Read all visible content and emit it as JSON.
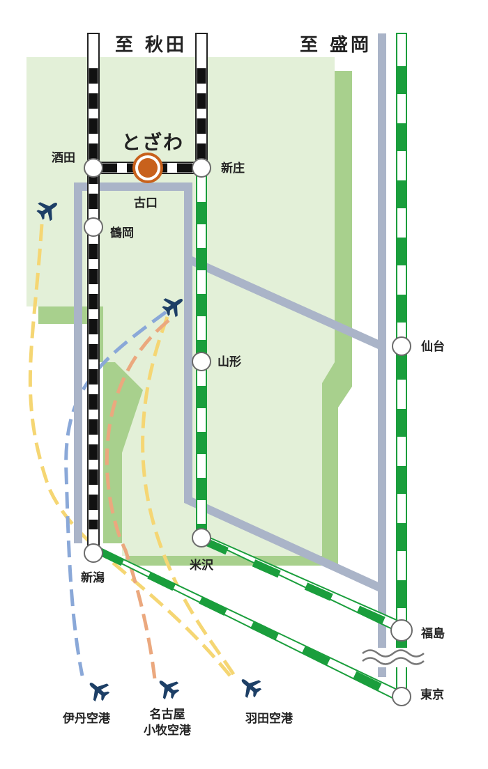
{
  "directions": {
    "akita": "至 秋田",
    "morioka": "至 盛岡"
  },
  "highlight_station": "とざわ",
  "stations": {
    "sakata": "酒田",
    "shinjo": "新庄",
    "furukuchi": "古口",
    "tsuruoka": "鶴岡",
    "yamagata": "山形",
    "sendai": "仙台",
    "yonezawa": "米沢",
    "niigata": "新潟",
    "fukushima": "福島",
    "tokyo": "東京"
  },
  "airports": {
    "itami": "伊丹空港",
    "nagoya_line1": "名古屋",
    "nagoya_line2": "小牧空港",
    "haneda": "羽田空港"
  },
  "colors": {
    "region_fill": "#e3f0d8",
    "region_shadow": "#a8d08d",
    "road": "#aab4c8",
    "shinkansen": "#1a9e3c",
    "conventional": "#111111",
    "highlight": "#c8611c",
    "route_yellow": "#f5d673",
    "route_orange": "#eba87e",
    "route_blue": "#8aa8d8",
    "plane": "#1d3f66"
  }
}
